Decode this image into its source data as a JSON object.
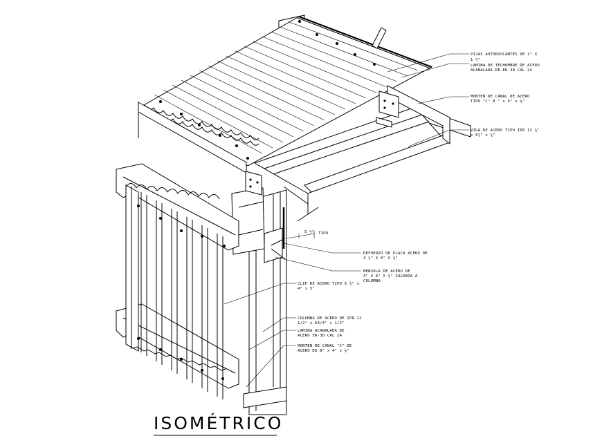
{
  "title": "ISOMÉTRICO",
  "annotations": {
    "a1_l1": "PIJAS AUTOROSCANTES DE 1\" X",
    "a1_l2": "1 ½\"",
    "a2_l1": "LAMINA DE TECHUMBRE DE ACERO",
    "a2_l2": "ACANALADA RE-ER-30 CAL 24",
    "a3_l1": "MONTEN DE CANAL DE ACERO",
    "a3_l2": "TIPO \"C\" 8 \" x 4\" x ⅛\"",
    "a4_l1": "VIGA DE ACERO TIPO IPR 12 ⅜\"",
    "a4_l2": "x 6¾\" x ⅜\"",
    "tipo_dim": "5 ½\"",
    "tipo_label": "TIPO",
    "a5_l1": "REFUERZO DE PLACA ACERO DE",
    "a5_l2": "3 ½\" X 6\" X ⅜\"",
    "a6_l1": "MENSULA DE ACERO DE",
    "a6_l2": "3\" X 6\" X ⅜\" SOLDADA A",
    "a6_l3": "COLUMNA",
    "a7_l1": "CLIP DE ACERO TIPO 6 ¾\" x",
    "a7_l2": "4\" x 5\"",
    "a8_l1": "COLUMNA DE ACERO DE IPR 12",
    "a8_l2": "1/2\" x 63/4\" x 1/2\"",
    "a9_l1": "LAMINA ACANALADA DE",
    "a9_l2": "ACERO ER-30 CAL 24",
    "a10_l1": "MONTEN DE CANAL \"C\" DE",
    "a10_l2": "ACERO DE 8\" x 4\" x ⅛\""
  }
}
